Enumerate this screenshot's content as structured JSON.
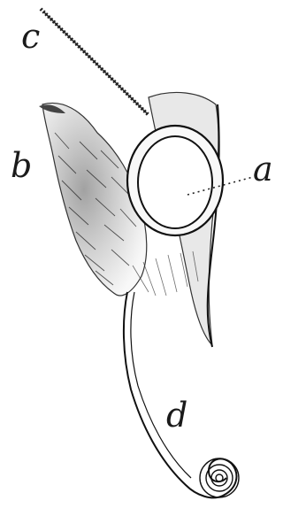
{
  "figure": {
    "labels": {
      "c": "c",
      "b": "b",
      "a": "a",
      "d": "d"
    }
  }
}
